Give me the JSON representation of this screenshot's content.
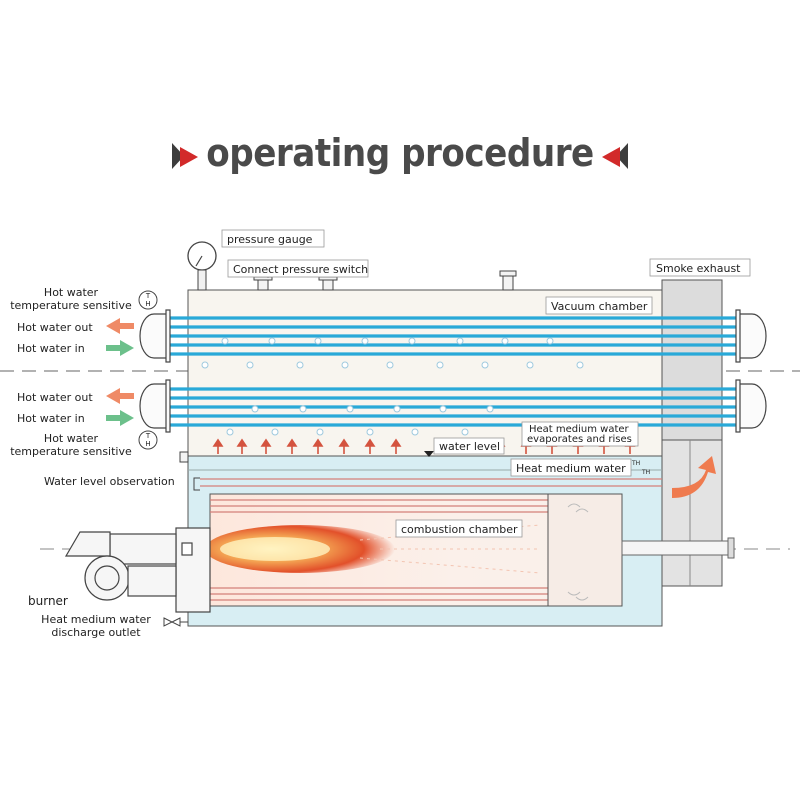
{
  "title": "operating procedure",
  "labels": {
    "pressure_gauge": "pressure gauge",
    "connect_pressure_switch": "Connect pressure switch",
    "smoke_exhaust": "Smoke exhaust",
    "vacuum_chamber": "Vacuum chamber",
    "hot_water_temp_1_line1": "Hot water",
    "hot_water_temp_1_line2": "temperature sensitive",
    "hot_water_out_1": "Hot water out",
    "hot_water_in_1": "Hot water in",
    "hot_water_out_2": "Hot water out",
    "hot_water_in_2": "Hot water in",
    "hot_water_temp_2_line1": "Hot water",
    "hot_water_temp_2_line2": "temperature sensitive",
    "water_level": "water level",
    "heat_medium_evap_line1": "Heat medium water",
    "heat_medium_evap_line2": "evaporates and rises",
    "heat_medium_water": "Heat medium water",
    "water_level_observation": "Water level observation",
    "combustion_chamber": "combustion chamber",
    "burner": "burner",
    "discharge_line1": "Heat medium water",
    "discharge_line2": "discharge outlet",
    "th_symbol_t": "T",
    "th_symbol_h": "H",
    "th_small": "TH"
  },
  "colors": {
    "tube_blue": "#29a9d8",
    "hot_arrow": "#ef8a66",
    "cold_arrow": "#6cc08b",
    "red_marker": "#d22a2a",
    "heat_water": "#d8eef3",
    "chamber_top": "#f7f4ee",
    "exhaust_gray": "#d9d9d9"
  }
}
